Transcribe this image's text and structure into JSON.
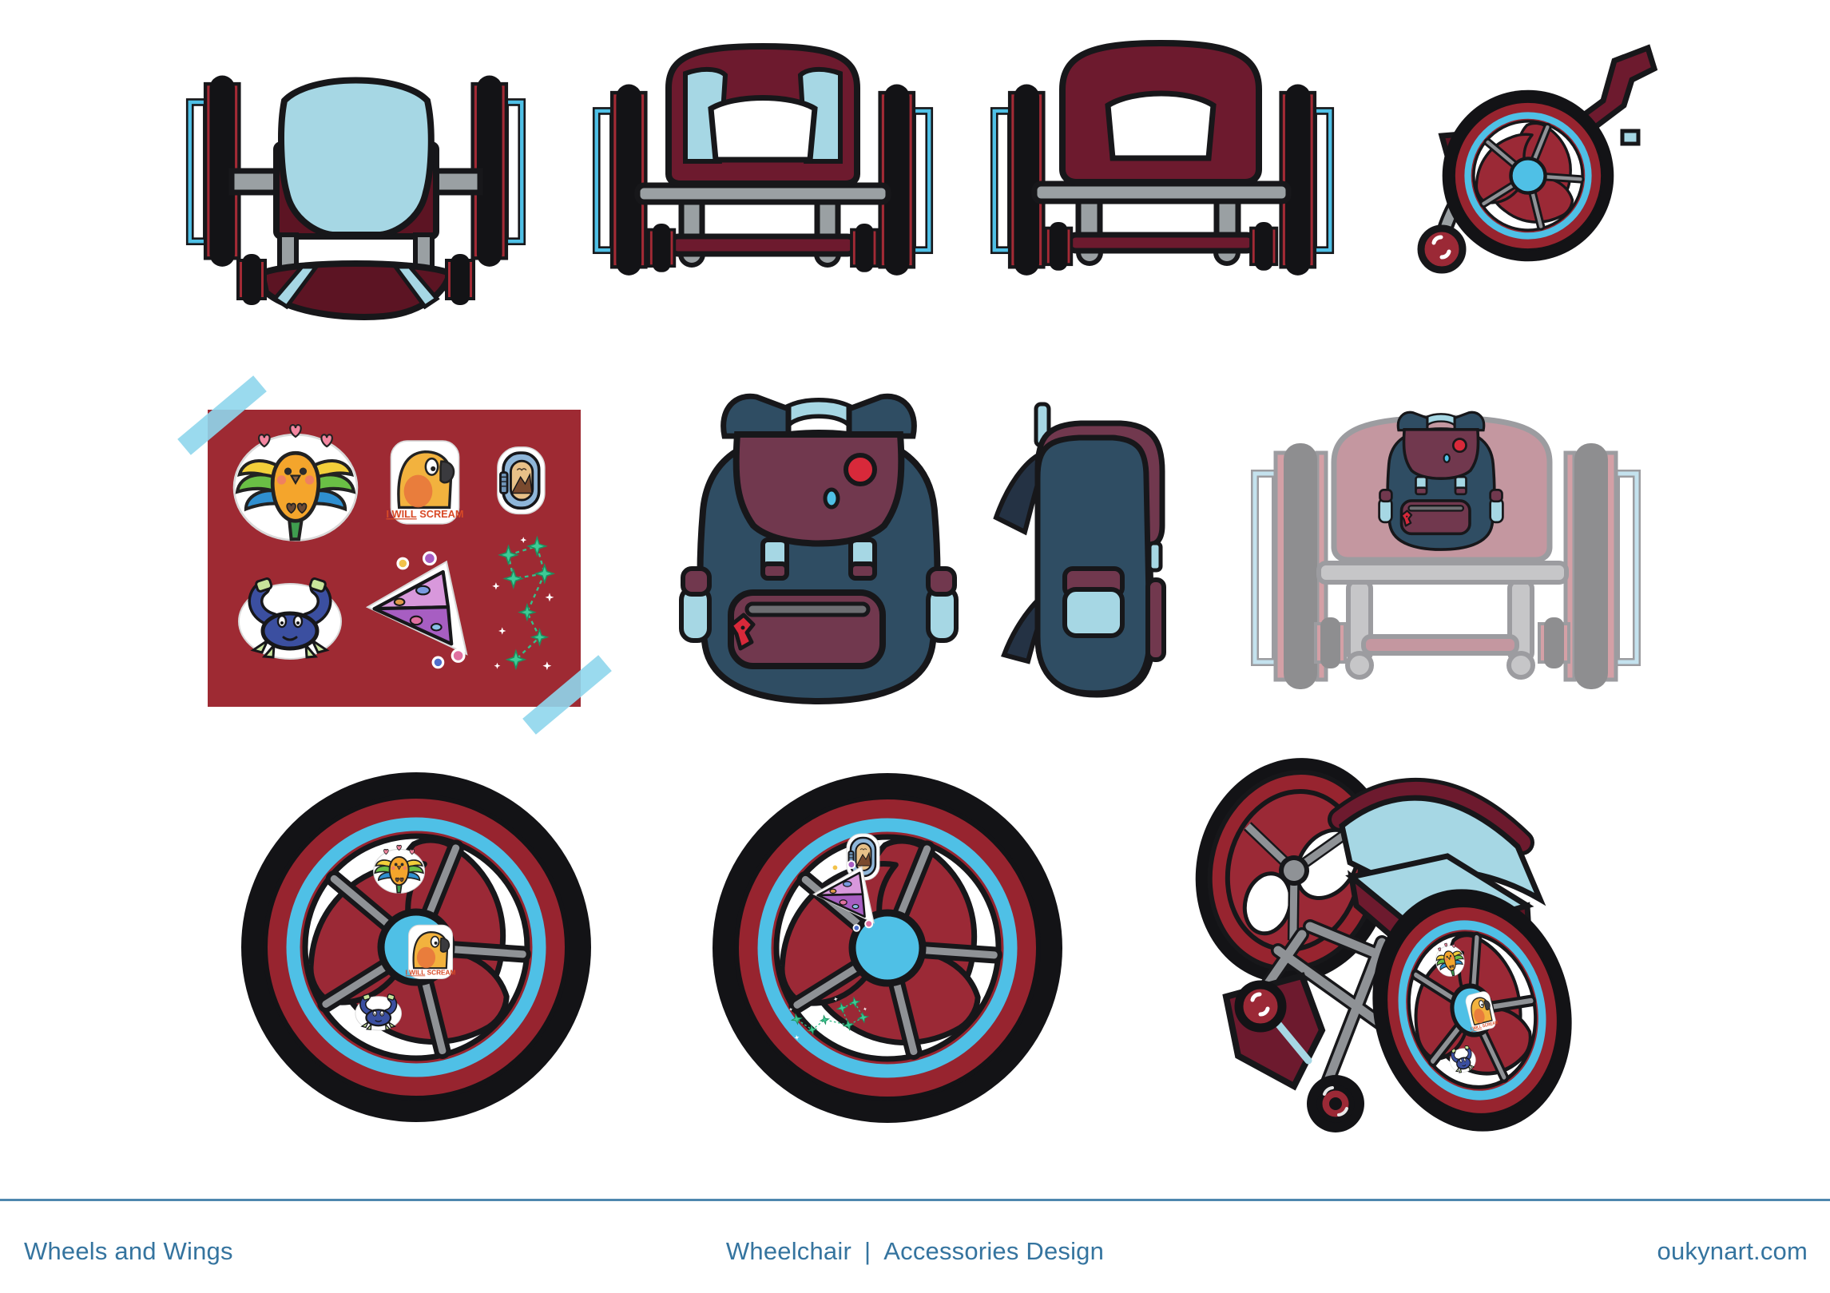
{
  "footer": {
    "project_title": "Wheels and Wings",
    "subject": "Wheelchair",
    "separator": "|",
    "category": "Accessories Design",
    "website": "oukynart.com",
    "text_color": "#35749f",
    "divider_color": "#4e87ae"
  },
  "sticker_sheet": {
    "scream_part1": "I WILL",
    "scream_part2": " SCREAM",
    "background_color": "#9e2a33",
    "tape_color": "#8fd6ec",
    "stickers": [
      {
        "name": "flying-conure-hearts-sticker"
      },
      {
        "name": "i-will-scream-parrot-sticker"
      },
      {
        "name": "carabiner-mountain-sticker"
      },
      {
        "name": "climbing-crab-sticker"
      },
      {
        "name": "climbing-volume-kite-sticker"
      },
      {
        "name": "constellation-sticker"
      }
    ]
  },
  "views": {
    "row1": [
      {
        "name": "wheelchair-front-view"
      },
      {
        "name": "wheelchair-back-view-upholstered"
      },
      {
        "name": "wheelchair-back-view-frame"
      },
      {
        "name": "wheelchair-side-view"
      }
    ],
    "row2": [
      {
        "name": "sticker-sheet"
      },
      {
        "name": "backpack-front-view"
      },
      {
        "name": "backpack-side-view"
      },
      {
        "name": "backpack-mounted-on-wheelchair-view"
      }
    ],
    "row3": [
      {
        "name": "drive-wheel-with-stickers-left"
      },
      {
        "name": "drive-wheel-with-stickers-right"
      },
      {
        "name": "wheelchair-isometric-view"
      }
    ]
  },
  "palette": {
    "outline": "#17171a",
    "maroon_dark": "#5c1423",
    "maroon_shell": "#6d1a2e",
    "rim_red": "#97242f",
    "blade_red": "#9b2936",
    "stripe_red": "#a32a35",
    "tire_black": "#131316",
    "pale_blue": "#a6d7e4",
    "bright_blue": "#4fc0e6",
    "frame_gray": "#9aa0a3",
    "backpack_teal": "#2f4d63",
    "flap_plum": "#71384e",
    "accent_red": "#d8293a",
    "faded_mauve": "#c497a0",
    "faded_gray": "#c6c6c8"
  }
}
